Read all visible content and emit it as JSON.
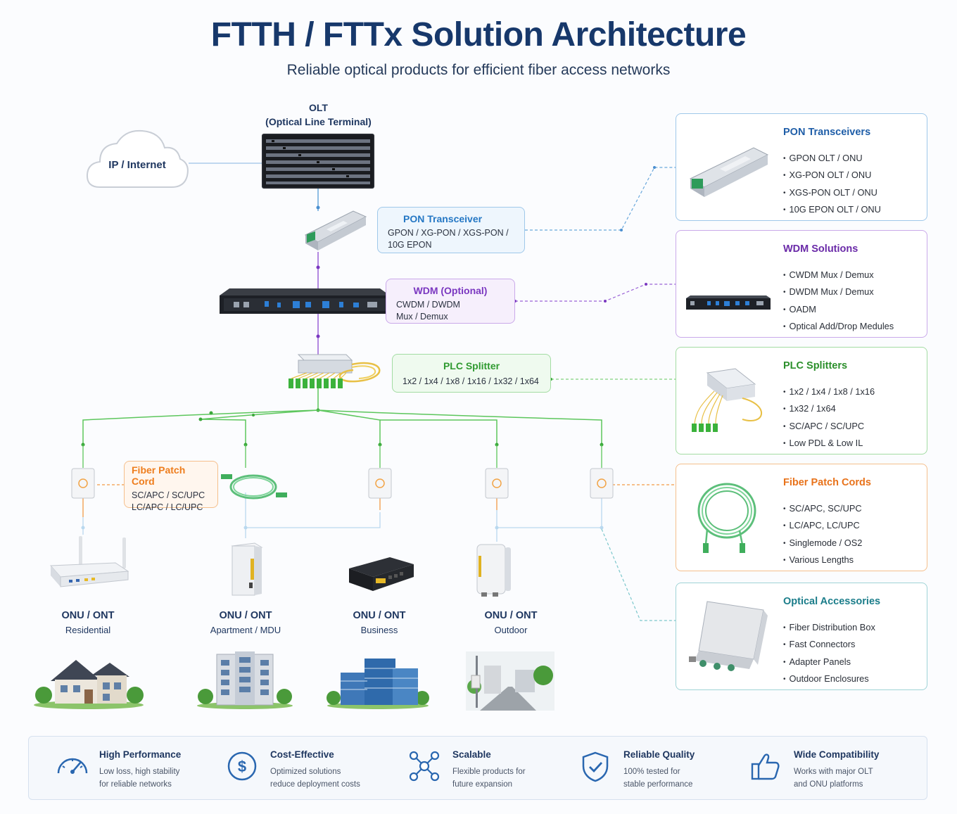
{
  "header": {
    "title": "FTTH / FTTx Solution Architecture",
    "subtitle": "Reliable optical products for efficient fiber access networks"
  },
  "cloud": {
    "label": "IP / Internet"
  },
  "olt": {
    "line1": "OLT",
    "line2": "(Optical Line Terminal)"
  },
  "callouts": {
    "pon": {
      "title": "PON Transceiver",
      "line1": "GPON / XG-PON / XGS-PON /",
      "line2": "10G EPON"
    },
    "wdm": {
      "title": "WDM (Optional)",
      "line1": "CWDM / DWDM",
      "line2": "Mux / Demux"
    },
    "plc": {
      "title": "PLC Splitter",
      "line1": "1x2 / 1x4 / 1x8 / 1x16 / 1x32 / 1x64"
    },
    "fpc": {
      "title": "Fiber Patch Cord",
      "line1": "SC/APC / SC/UPC",
      "line2": "LC/APC / LC/UPC"
    }
  },
  "cards": [
    {
      "title": "PON Transceivers",
      "items": [
        "GPON OLT / ONU",
        "XG-PON OLT / ONU",
        "XGS-PON OLT / ONU",
        "10G EPON OLT / ONU"
      ]
    },
    {
      "title": "WDM Solutions",
      "items": [
        "CWDM Mux / Demux",
        "DWDM Mux / Demux",
        "OADM",
        "Optical Add/Drop Medules"
      ]
    },
    {
      "title": "PLC Splitters",
      "items": [
        "1x2 / 1x4 / 1x8 / 1x16",
        "1x32 / 1x64",
        "SC/APC / SC/UPC",
        "Low PDL & Low IL"
      ]
    },
    {
      "title": "Fiber Patch Cords",
      "items": [
        "SC/APC, SC/UPC",
        "LC/APC, LC/UPC",
        "Singlemode / OS2",
        "Various Lengths"
      ]
    },
    {
      "title": "Optical Accessories",
      "items": [
        "Fiber Distribution Box",
        "Fast Connectors",
        "Adapter Panels",
        "Outdoor Enclosures"
      ]
    }
  ],
  "onus": [
    {
      "title": "ONU / ONT",
      "subtitle": "Residential"
    },
    {
      "title": "ONU / ONT",
      "subtitle": "Apartment / MDU"
    },
    {
      "title": "ONU / ONT",
      "subtitle": "Business"
    },
    {
      "title": "ONU / ONT",
      "subtitle": "Outdoor"
    }
  ],
  "features": [
    {
      "icon": "speedometer-icon",
      "title": "High Performance",
      "line1": "Low loss, high stability",
      "line2": "for reliable networks"
    },
    {
      "icon": "dollar-icon",
      "title": "Cost-Effective",
      "line1": "Optimized solutions",
      "line2": "reduce deployment costs"
    },
    {
      "icon": "network-nodes-icon",
      "title": "Scalable",
      "line1": "Flexible products for",
      "line2": "future expansion"
    },
    {
      "icon": "shield-check-icon",
      "title": "Reliable Quality",
      "line1": "100% tested for",
      "line2": "stable performance"
    },
    {
      "icon": "thumbs-up-icon",
      "title": "Wide Compatibility",
      "line1": "Works with major OLT",
      "line2": "and ONU platforms"
    }
  ],
  "colors": {
    "title": "#17386b",
    "pon": "#2477c4",
    "wdm": "#7a37c0",
    "plc": "#2f9a30",
    "patch_cord": "#ee7d1d",
    "accessories": "#1b7d8a"
  }
}
